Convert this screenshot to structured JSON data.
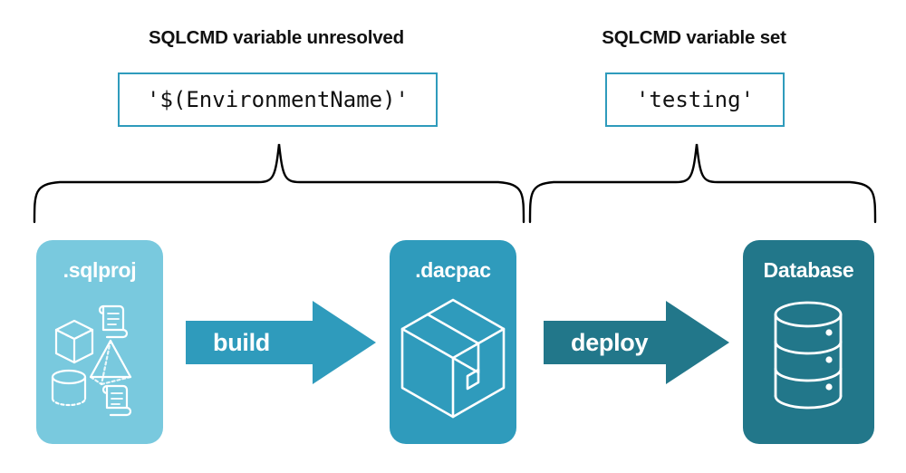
{
  "diagram": {
    "title_left": "SQLCMD variable unresolved",
    "title_right": "SQLCMD variable set",
    "code_left": "'$(EnvironmentName)'",
    "code_right": "'testing'",
    "nodes": [
      {
        "label": ".sqlproj",
        "color": "#79c9de",
        "art": "project-contents-icon"
      },
      {
        "label": ".dacpac",
        "color": "#2f9bbc",
        "art": "package-box-icon"
      },
      {
        "label": "Database",
        "color": "#22778a",
        "art": "database-cylinder-icon"
      }
    ],
    "arrows": [
      {
        "label": "build",
        "color": "#2f9bbc"
      },
      {
        "label": "deploy",
        "color": "#22778a"
      }
    ],
    "colors": {
      "light_blue": "#79c9de",
      "medium_blue": "#2f9bbc",
      "dark_teal": "#22778a",
      "border": "#2f9bbc",
      "text": "#111111",
      "background": "#ffffff"
    }
  }
}
